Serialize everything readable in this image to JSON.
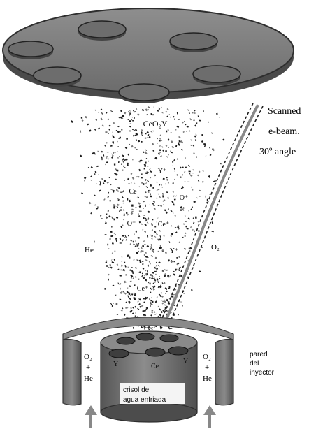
{
  "beam_label": [
    "Scanned",
    "e-beam.",
    "30º angle"
  ],
  "cloud_top_label": "CeO₂Y",
  "species": [
    {
      "text": "Y⁺"
    },
    {
      "text": "Ce"
    },
    {
      "text": "O⁺"
    },
    {
      "text": "O⁺"
    },
    {
      "text": "Ce⁺"
    },
    {
      "text": "Y⁺"
    },
    {
      "text": "Ce⁺"
    },
    {
      "text": "Y⁺"
    }
  ],
  "gas_left": "He",
  "gas_right": "O₂",
  "injector_gas_left": [
    "O₂",
    "+",
    "He"
  ],
  "injector_gas_right": [
    "O₂",
    "+",
    "He"
  ],
  "crucible_targets": [
    "Y",
    "Ce",
    "Y"
  ],
  "crucible_label": [
    "crisol de",
    "agua enfriada"
  ],
  "wall_label": [
    "pared",
    "del",
    "inyector"
  ],
  "colors": {
    "platform": "#7a7a7a",
    "platform_edge": "#3a3a3a",
    "pellet": "#666666",
    "crucible": "#6e6e6e",
    "wall": "#555555"
  }
}
